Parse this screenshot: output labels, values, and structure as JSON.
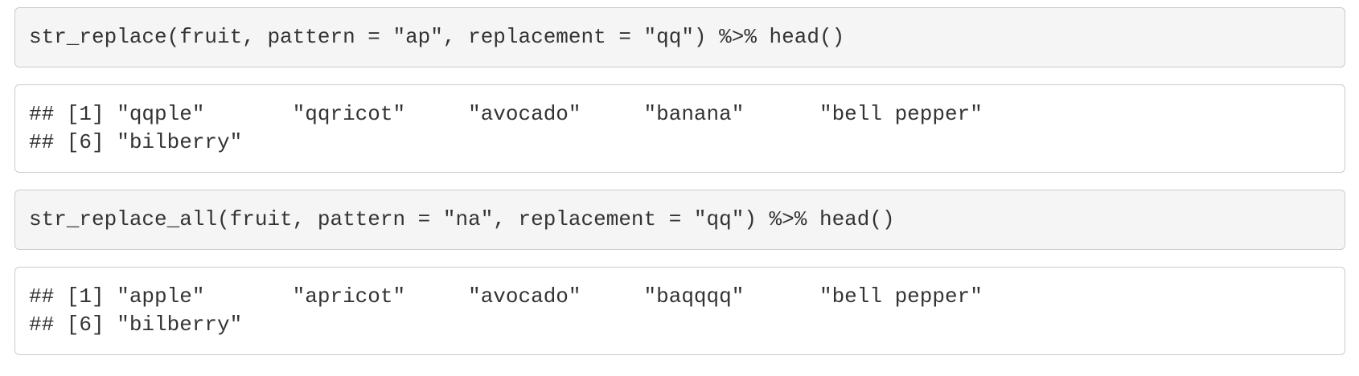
{
  "theme": {
    "page_bg": "#ffffff",
    "code_bg": "#f5f5f5",
    "output_bg": "#ffffff",
    "border_color": "#cccccc",
    "text_color": "#333333"
  },
  "blocks": [
    {
      "kind": "r-source-code",
      "lines": [
        "str_replace(fruit, pattern = \"ap\", replacement = \"qq\") %>% head()"
      ]
    },
    {
      "kind": "console-output",
      "lines": [
        "## [1] \"qqple\"       \"qqricot\"     \"avocado\"     \"banana\"      \"bell pepper\"",
        "## [6] \"bilberry\""
      ]
    },
    {
      "kind": "r-source-code",
      "lines": [
        "str_replace_all(fruit, pattern = \"na\", replacement = \"qq\") %>% head()"
      ]
    },
    {
      "kind": "console-output",
      "lines": [
        "## [1] \"apple\"       \"apricot\"     \"avocado\"     \"baqqqq\"      \"bell pepper\"",
        "## [6] \"bilberry\""
      ]
    }
  ]
}
